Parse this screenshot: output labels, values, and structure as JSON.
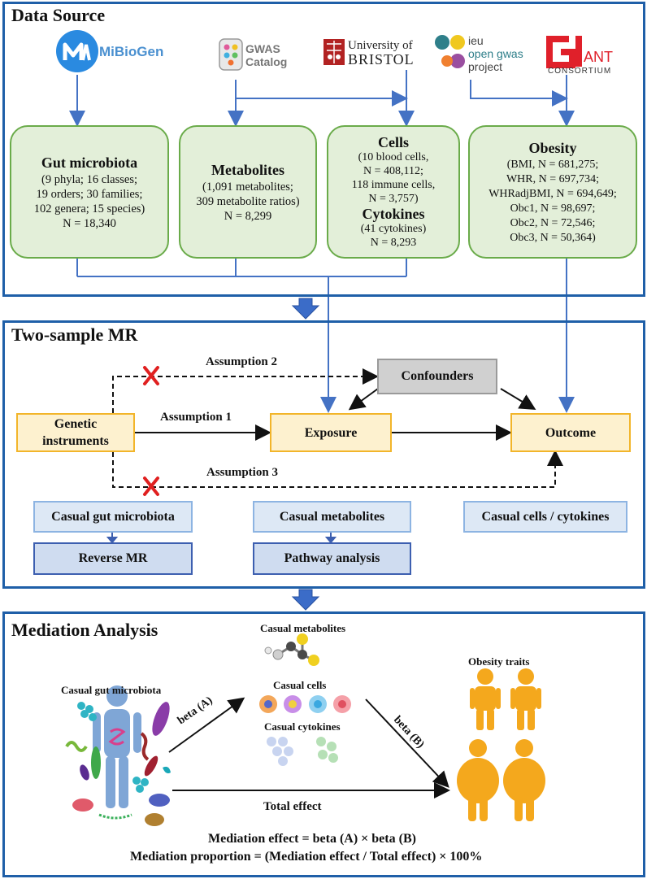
{
  "data_source": {
    "title": "Data Source",
    "logos": {
      "mibiogen": "MiBioGen",
      "gwas_line1": "GWAS",
      "gwas_line2": "Catalog",
      "bristol_line1": "University of",
      "bristol_line2": "BRISTOL",
      "ieu_line1": "ieu",
      "ieu_line2": "open gwas",
      "ieu_line3": "project",
      "giant_g": "GI",
      "giant_ant": "ANT",
      "giant_consortium": "CONSORTIUM"
    },
    "gut": {
      "heading": "Gut microbiota",
      "lines": [
        "(9 phyla; 16 classes;",
        "19 orders; 30 families;",
        "102 genera; 15 species)",
        "N = 18,340"
      ]
    },
    "metabolites": {
      "heading": "Metabolites",
      "lines": [
        "(1,091 metabolites;",
        "309 metabolite ratios)",
        "N = 8,299"
      ]
    },
    "cells": {
      "heading": "Cells",
      "lines": [
        "(10 blood cells,",
        "N = 408,112;",
        "118 immune cells,",
        "N = 3,757)"
      ],
      "heading2": "Cytokines",
      "lines2": [
        "(41 cytokines)",
        "N = 8,293"
      ]
    },
    "obesity": {
      "heading": "Obesity",
      "lines": [
        "(BMI, N = 681,275;",
        "WHR, N = 697,734;",
        "WHRadjBMI, N = 694,649;",
        "Obc1, N = 98,697;",
        "Obc2, N = 72,546;",
        "Obc3, N = 50,364)"
      ]
    }
  },
  "mr": {
    "title": "Two-sample MR",
    "genetic": [
      "Genetic",
      "instruments"
    ],
    "exposure": "Exposure",
    "outcome": "Outcome",
    "confounders": "Confounders",
    "assumption1": "Assumption 1",
    "assumption2": "Assumption 2",
    "assumption3": "Assumption 3",
    "casual_gut": "Casual gut microbiota",
    "casual_metabolites": "Casual metabolites",
    "casual_cells": "Casual cells / cytokines",
    "reverse_mr": "Reverse MR",
    "pathway": "Pathway analysis"
  },
  "mediation": {
    "title": "Mediation Analysis",
    "casual_metabolites": "Casual metabolites",
    "casual_cells": "Casual cells",
    "casual_cytokines": "Casual cytokines",
    "casual_gut": "Casual gut microbiota",
    "obesity_traits": "Obesity traits",
    "beta_a": "beta (A)",
    "beta_b": "beta (B)",
    "total_effect": "Total effect",
    "formula1": "Mediation effect = beta (A) × beta (B)",
    "formula2": "Mediation proportion = (Mediation effect / Total effect) × 100%"
  },
  "colors": {
    "panel_border": "#1f5fa8",
    "connector": "#4472c4",
    "green_fill": "#e3efd9",
    "yellow_fill": "#fdf1cf",
    "obesity_person": "#f4a81d"
  }
}
